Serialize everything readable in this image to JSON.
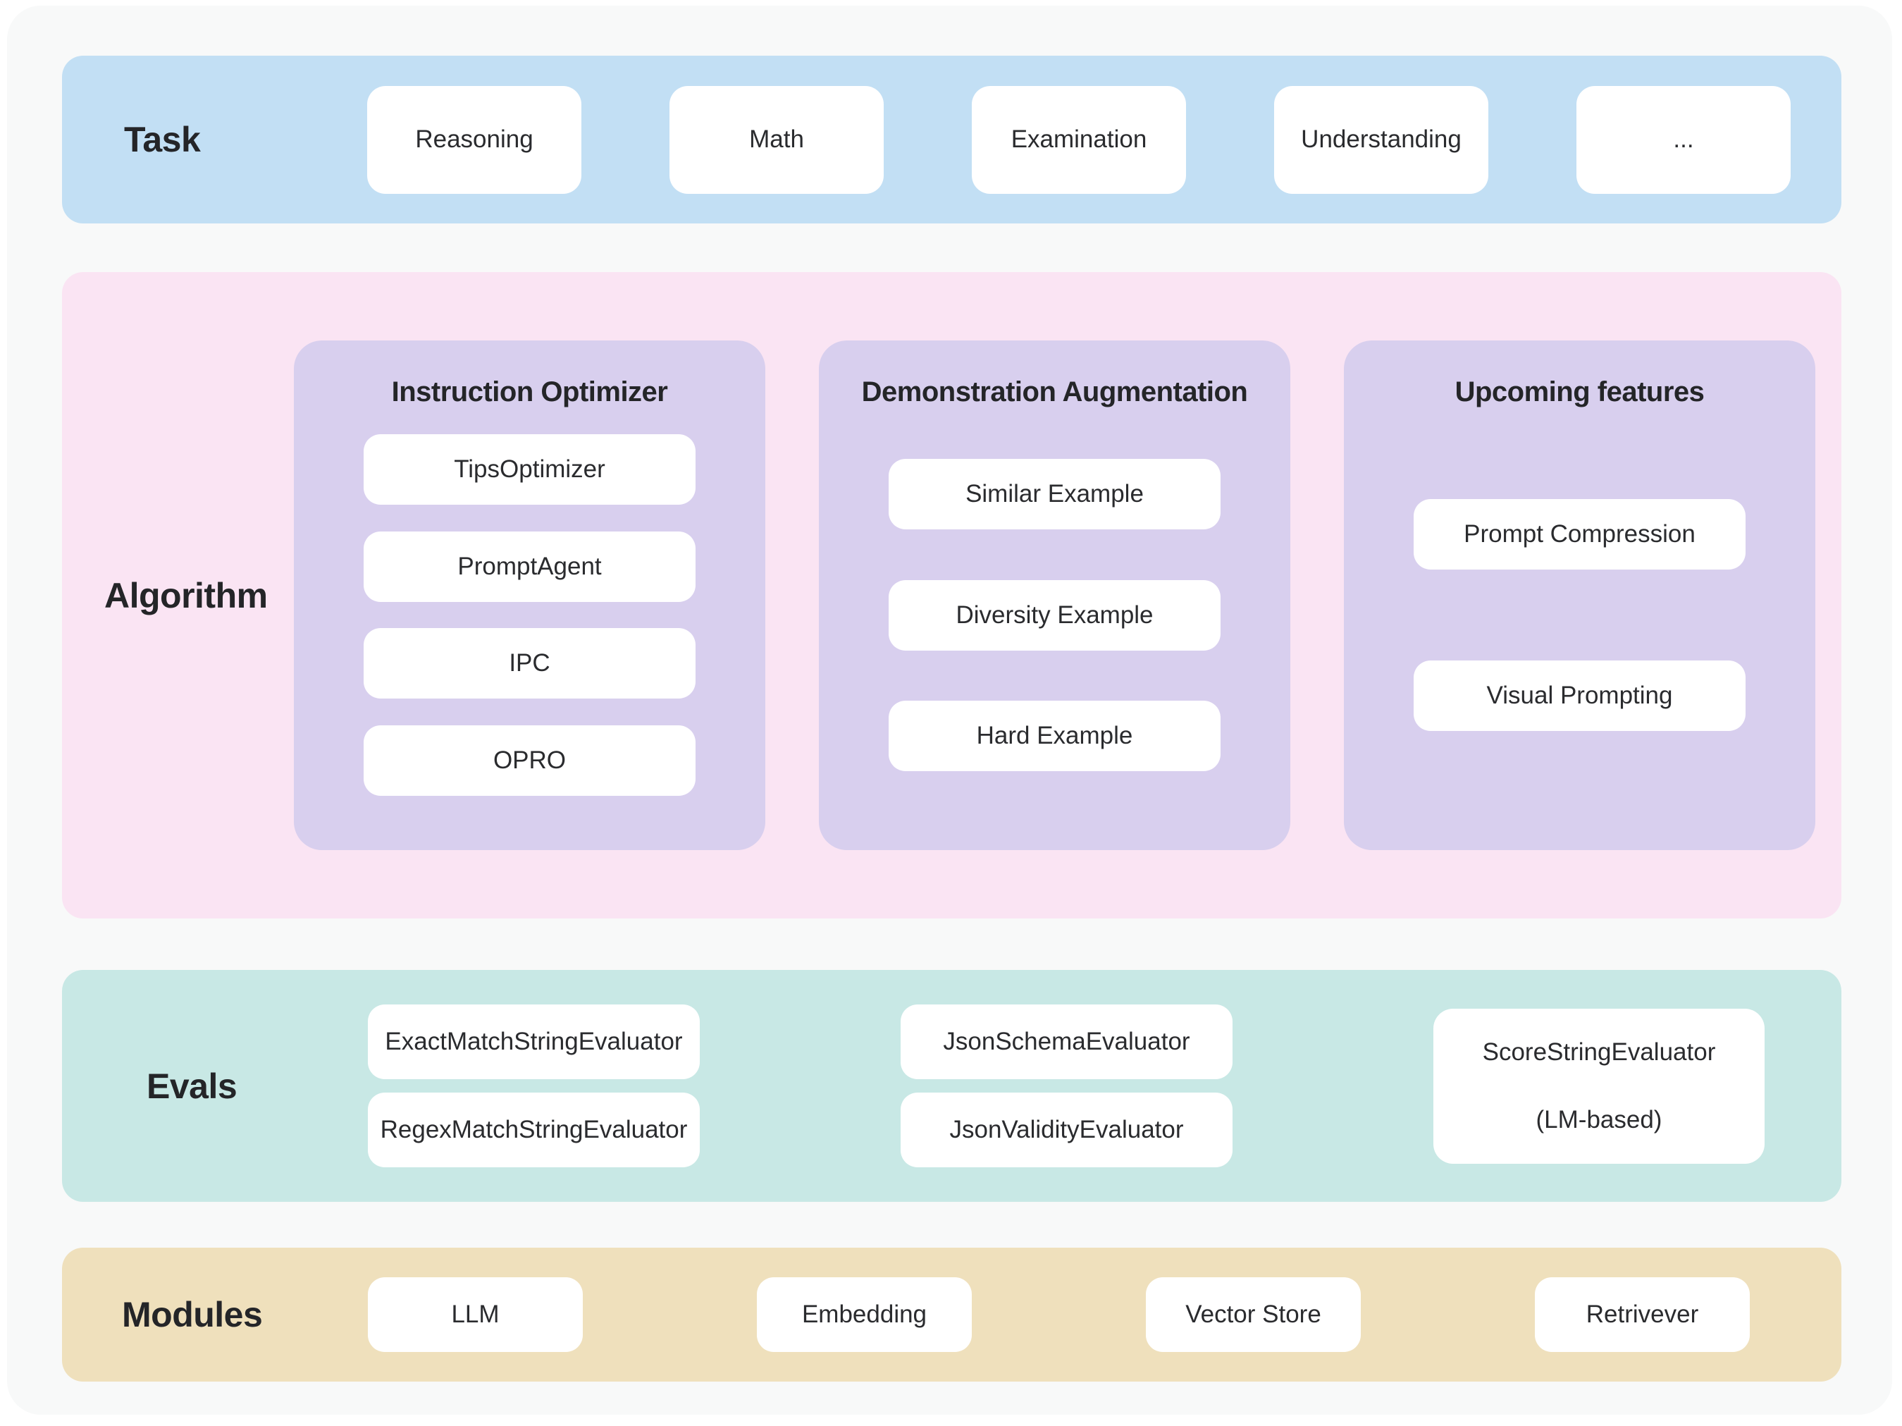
{
  "task": {
    "label": "Task",
    "items": [
      "Reasoning",
      "Math",
      "Examination",
      "Understanding",
      "..."
    ]
  },
  "algorithm": {
    "label": "Algorithm",
    "groups": [
      {
        "title": "Instruction Optimizer",
        "items": [
          "TipsOptimizer",
          "PromptAgent",
          "IPC",
          "OPRO"
        ]
      },
      {
        "title": "Demonstration Augmentation",
        "items": [
          "Similar Example",
          "Diversity Example",
          "Hard Example"
        ]
      },
      {
        "title": "Upcoming features",
        "items": [
          "Prompt Compression",
          "Visual Prompting"
        ]
      }
    ]
  },
  "evals": {
    "label": "Evals",
    "columns": [
      {
        "items": [
          "ExactMatchStringEvaluator",
          "RegexMatchStringEvaluator"
        ]
      },
      {
        "items": [
          "JsonSchemaEvaluator",
          "JsonValidityEvaluator"
        ]
      }
    ],
    "score_card_lines": [
      "ScoreStringEvaluator",
      "(LM-based)"
    ]
  },
  "modules": {
    "label": "Modules",
    "items": [
      "LLM",
      "Embedding",
      "Vector Store",
      "Retrivever"
    ]
  },
  "colors": {
    "page_background": "#FFFFFF",
    "canvas_background": "#F8F9F9",
    "task_band": "#C2DFF4",
    "algorithm_band": "#FAE4F3",
    "algorithm_group": "#D8CFEE",
    "evals_band": "#C8E8E5",
    "modules_band": "#EFE0BC",
    "card": "#FFFFFF",
    "text": "#26272B"
  }
}
